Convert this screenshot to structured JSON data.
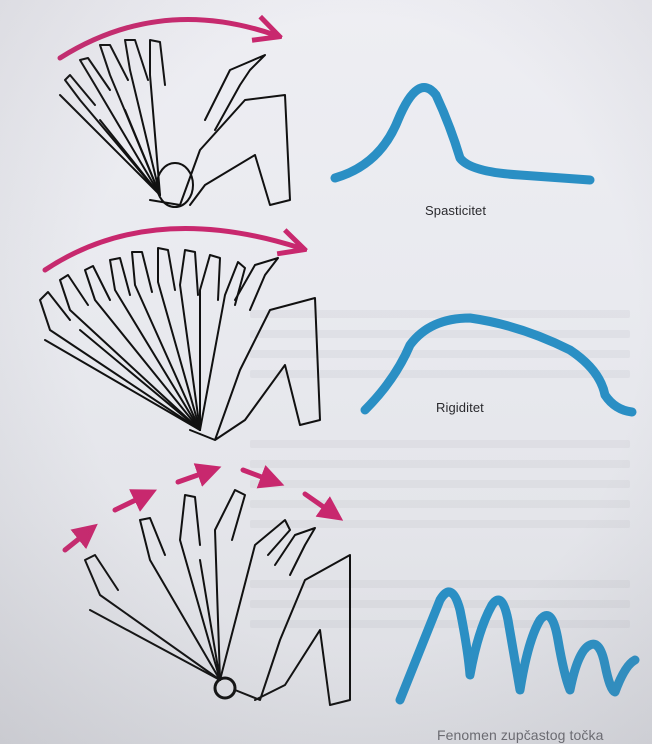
{
  "labels": {
    "spasticity": "Spasticitet",
    "rigidity": "Rigiditet",
    "cogwheel": "Fenomen zupčastog točka"
  },
  "colors": {
    "curve": "#2a8fc4",
    "arrow": "#c8286e",
    "ink": "#111111",
    "paper": "#e9eaef"
  },
  "icons": {
    "hand_sketch": "hand-flexion-illustration",
    "arrow": "curved-motion-arrow",
    "joint": "joint-circle"
  }
}
